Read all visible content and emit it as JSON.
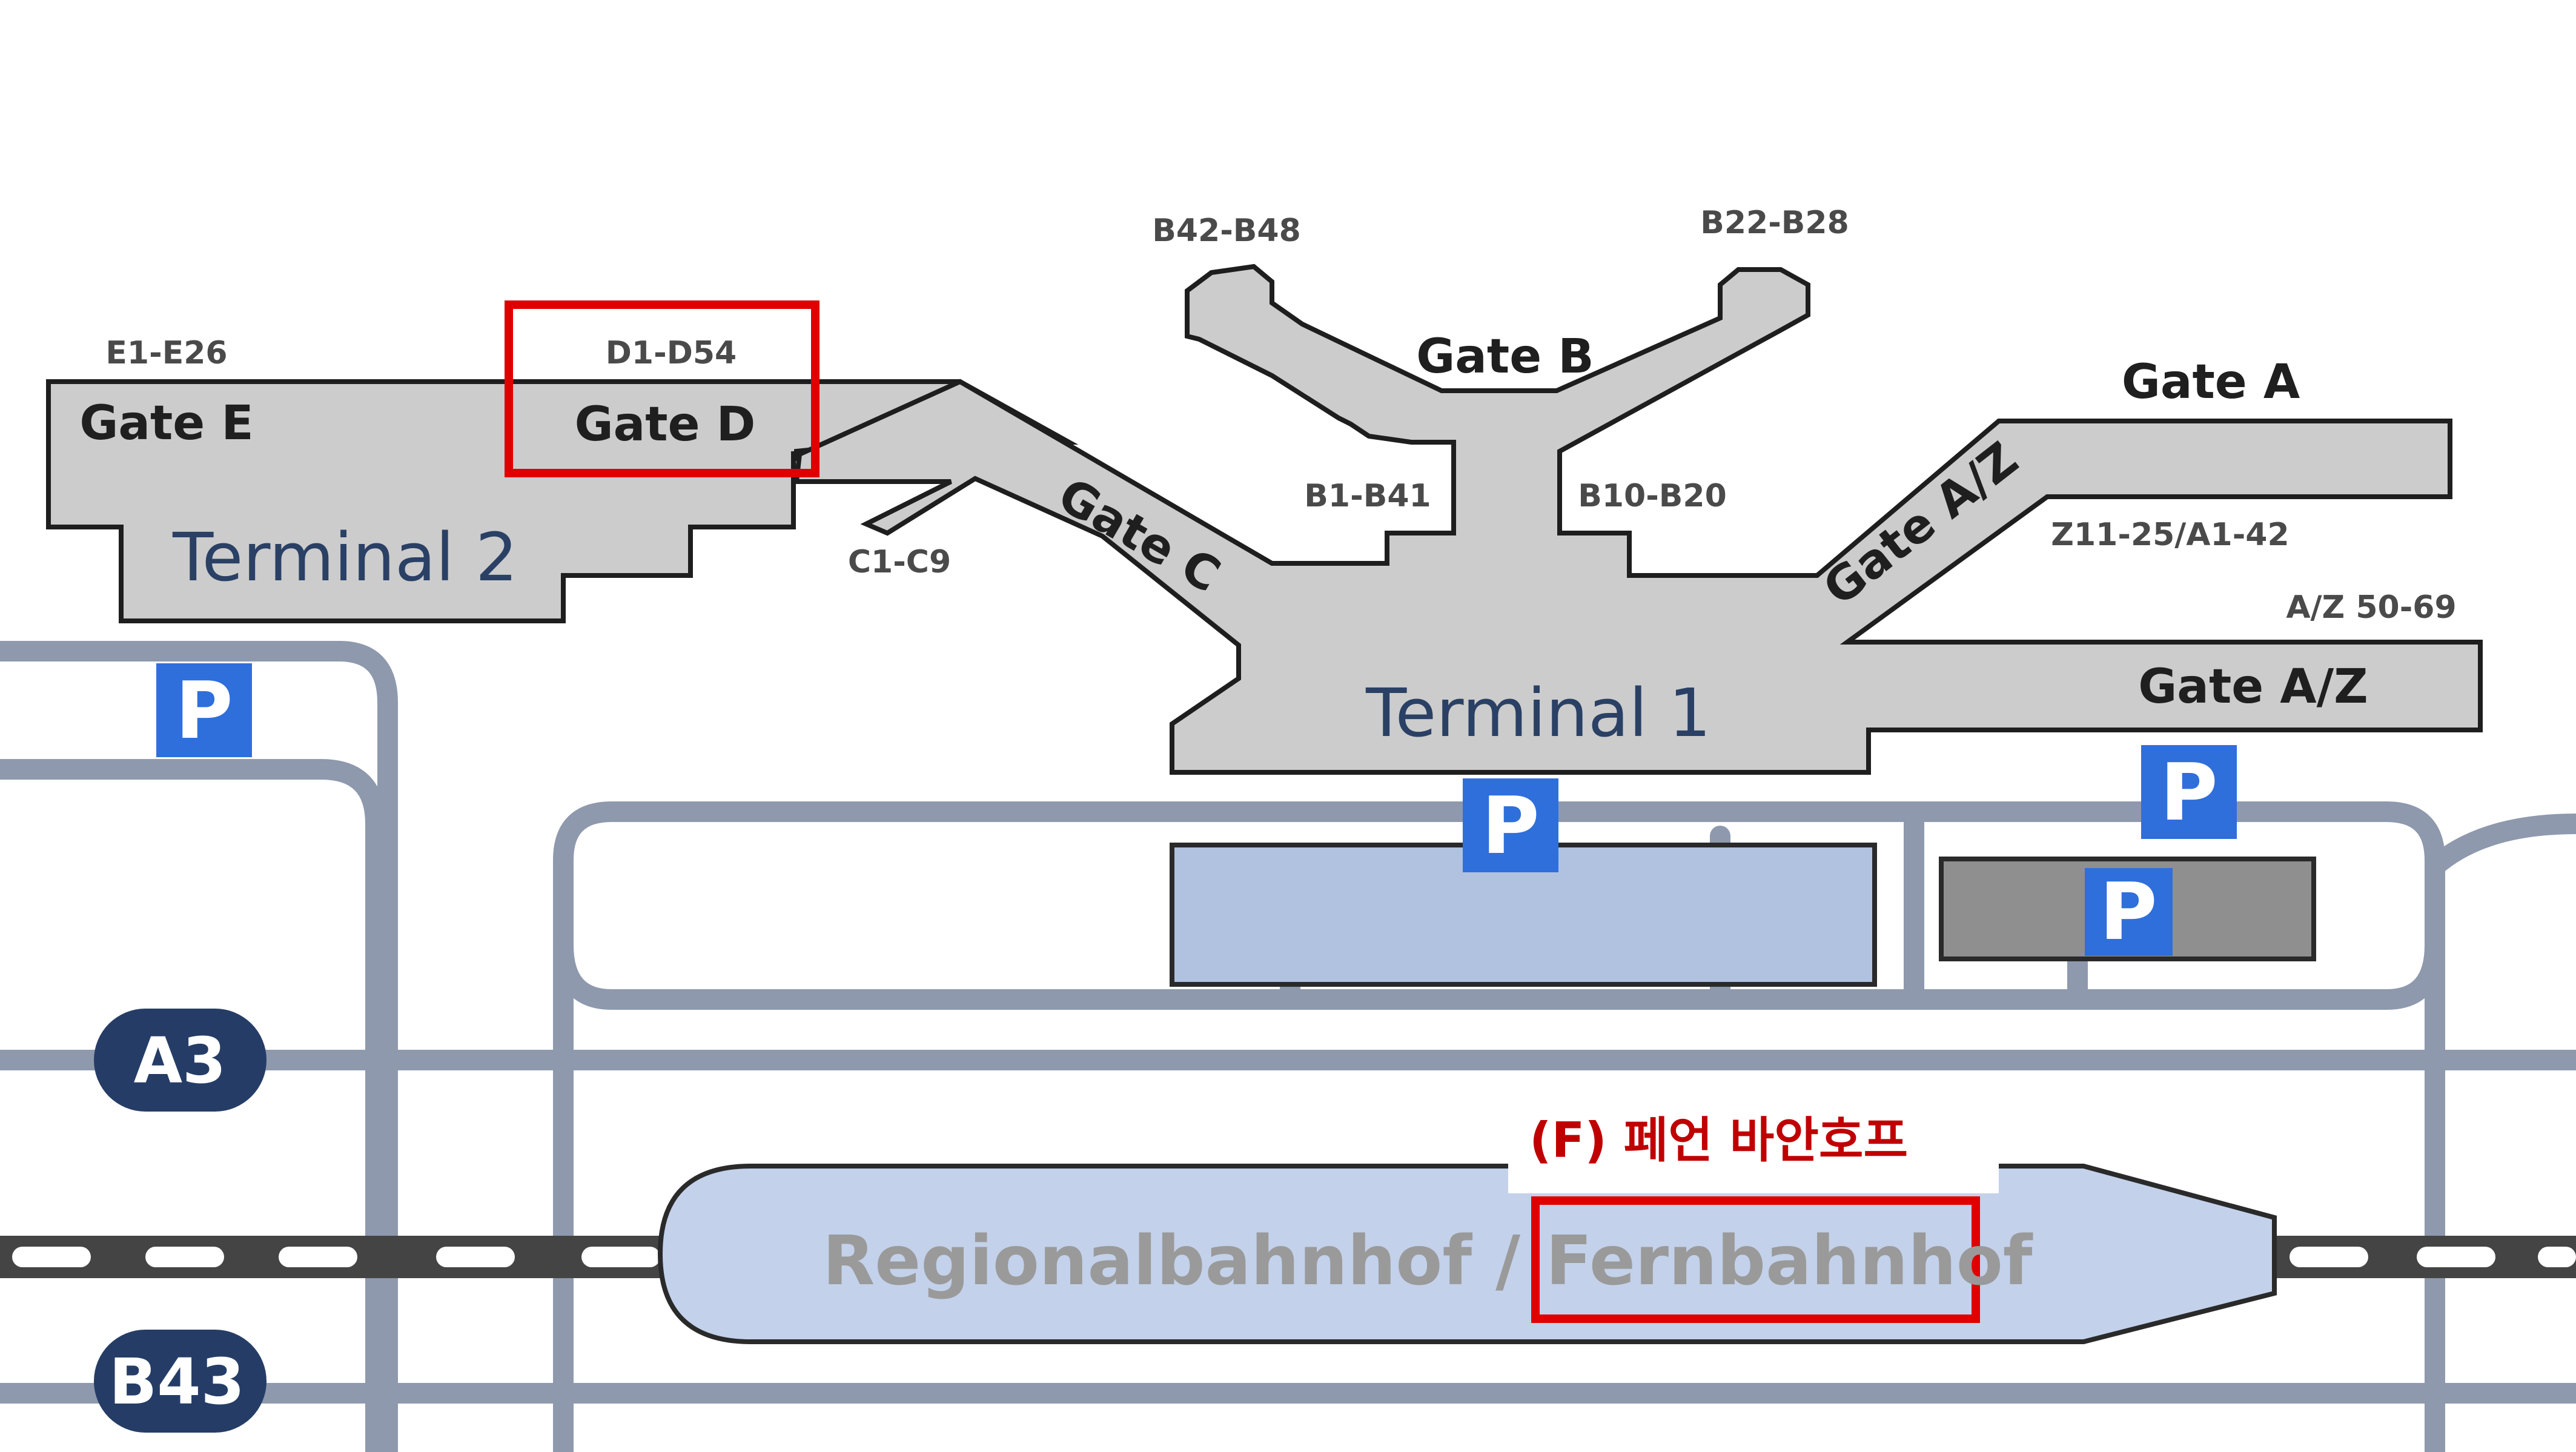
{
  "colors": {
    "terminal_fill": "#cccccc",
    "road": "#8e99ad",
    "parking_blue": "#2f6fdb",
    "garage_blue": "#b0c2e0",
    "garage_grey": "#8f8f8f",
    "station_fill": "#c3d1ea",
    "road_badge": "#253d66",
    "highlight_red": "#e00000"
  },
  "terminals": {
    "terminal_1": "Terminal 1",
    "terminal_2": "Terminal 2"
  },
  "gates": {
    "gate_e": {
      "name": "Gate E",
      "range": "E1-E26"
    },
    "gate_d": {
      "name": "Gate D",
      "range": "D1-D54"
    },
    "gate_c": {
      "name": "Gate C",
      "range": "C1-C9"
    },
    "gate_b": {
      "name": "Gate B",
      "ranges": [
        "B42-B48",
        "B22-B28",
        "B1-B41",
        "B10-B20"
      ]
    },
    "gate_a": {
      "name": "Gate A",
      "range": "Z11-25/A1-42"
    },
    "gate_az_pier": {
      "name": "Gate A/Z"
    },
    "gate_az": {
      "name": "Gate A/Z",
      "range": "A/Z 50-69"
    }
  },
  "roads": {
    "a3": "A3",
    "b43": "B43"
  },
  "parking": {
    "symbol": "P"
  },
  "station": {
    "name_left": "Regionalbahnhof /",
    "name_right": "Fernbahnhof",
    "callout": "(F) 페언 바안호프"
  },
  "icons": [
    "parking-icon",
    "motorway-badge",
    "road-badge"
  ]
}
